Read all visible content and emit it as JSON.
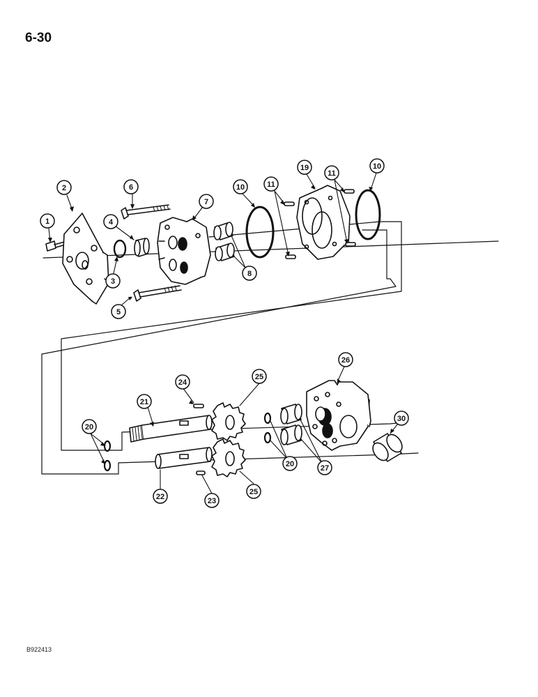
{
  "page_number": "6-30",
  "figure_code": "B922413",
  "callouts": {
    "c1": "1",
    "c2": "2",
    "c3": "3",
    "c4": "4",
    "c5": "5",
    "c6": "6",
    "c7": "7",
    "c8": "8",
    "c10a": "10",
    "c10b": "10",
    "c11a": "11",
    "c11b": "11",
    "c19": "19",
    "c20a": "20",
    "c20b": "20",
    "c21": "21",
    "c22": "22",
    "c23": "23",
    "c24": "24",
    "c25a": "25",
    "c25b": "25",
    "c26": "26",
    "c27": "27",
    "c30": "30"
  },
  "colors": {
    "ink": "#111111",
    "paper": "#ffffff",
    "shade": "#d9d9d9"
  }
}
